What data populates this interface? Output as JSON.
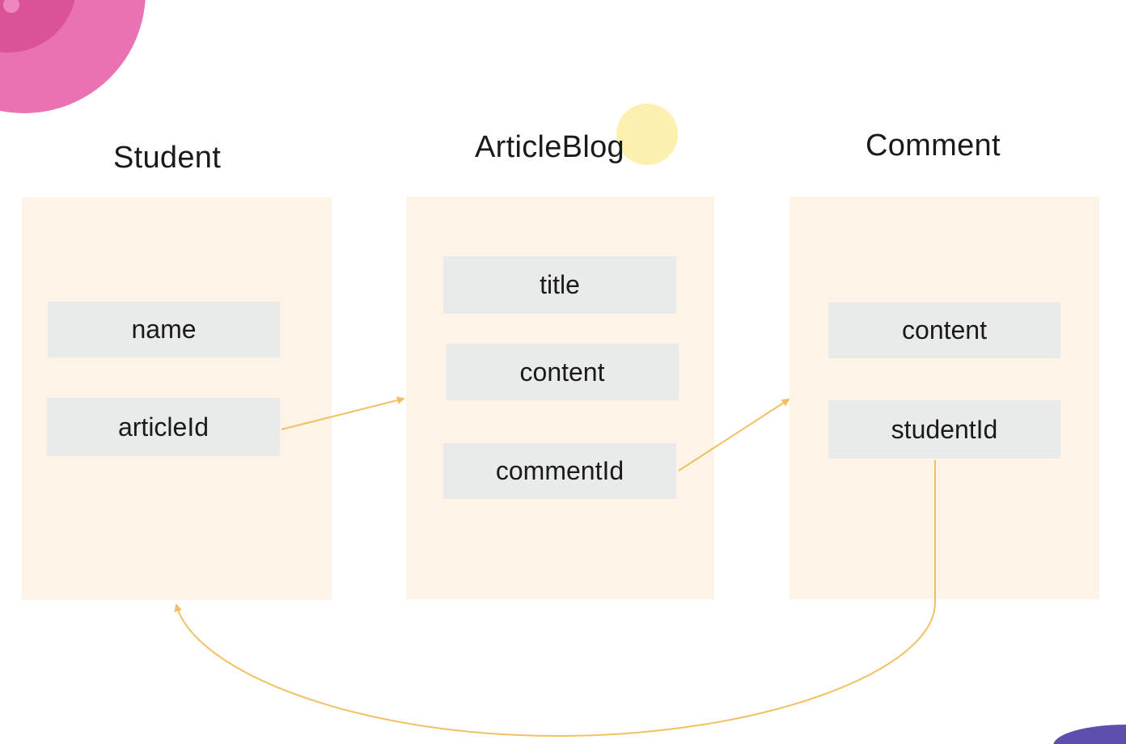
{
  "entities": [
    {
      "name": "Student",
      "fields": [
        "name",
        "articleId"
      ]
    },
    {
      "name": "ArticleBlog",
      "fields": [
        "title",
        "content",
        "commentId"
      ]
    },
    {
      "name": "Comment",
      "fields": [
        "content",
        "studentId"
      ]
    }
  ],
  "colors": {
    "entity_fill": "#fdf4e7",
    "field_fill": "#e9ebeb",
    "connector": "#f2c063",
    "pointer_highlight": "#f7e46a",
    "decor_pink": "#ea5fa8",
    "decor_purple": "#5b4fb0"
  }
}
